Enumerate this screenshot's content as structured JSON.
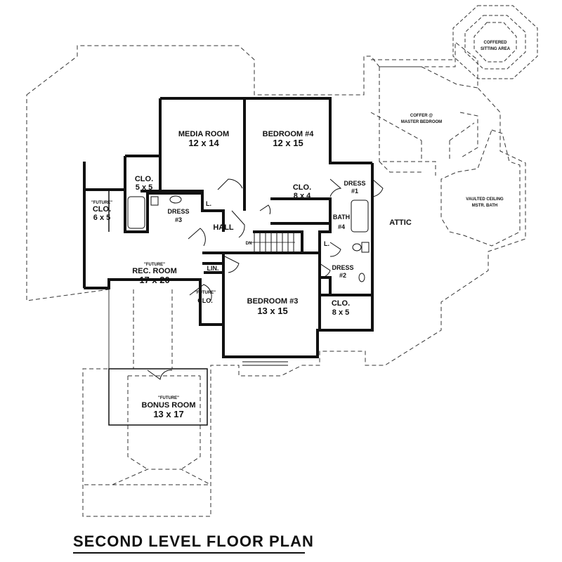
{
  "title": "SECOND LEVEL FLOOR PLAN",
  "rooms": {
    "media_room": {
      "name": "MEDIA ROOM",
      "size": "12 x 14"
    },
    "bedroom4": {
      "name": "BEDROOM #4",
      "size": "12 x 15"
    },
    "bedroom3": {
      "name": "BEDROOM #3",
      "size": "13 x 15"
    },
    "rec_room": {
      "tag": "\"FUTURE\"",
      "name": "REC. ROOM",
      "size": "17 x 20"
    },
    "bonus_room": {
      "tag": "\"FUTURE\"",
      "name": "BONUS ROOM",
      "size": "13 x 17"
    },
    "clo_5x5": {
      "name": "CLO.",
      "size": "5 x 5"
    },
    "clo_6x5": {
      "tag": "\"FUTURE\"",
      "name": "CLO.",
      "size": "6 x 5"
    },
    "clo_8x4": {
      "name": "CLO.",
      "size": "8 x 4"
    },
    "clo_8x5": {
      "name": "CLO.",
      "size": "8 x 5"
    },
    "clo_future": {
      "tag": "\"FUTURE\"",
      "name": "CLO."
    },
    "dress3": {
      "name": "DRESS",
      "num": "#3"
    },
    "dress1": {
      "name": "DRESS",
      "num": "#1"
    },
    "dress2": {
      "name": "DRESS",
      "num": "#2"
    },
    "bath4": {
      "name": "BATH",
      "num": "#4"
    },
    "hall": "HALL",
    "lin": "LIN.",
    "linen_l1": "L.",
    "linen_l2": "L.",
    "stair_dn": "DN",
    "attic": "ATTIC",
    "coffer_master": {
      "line1": "COFFER @",
      "line2": "MASTER BEDROOM"
    },
    "coffered_sitting": {
      "line1": "COFFERED",
      "line2": "SITTING AREA"
    },
    "vaulted_bath": {
      "line1": "VAULTED CEILING",
      "line2": "MSTR. BATH"
    }
  }
}
